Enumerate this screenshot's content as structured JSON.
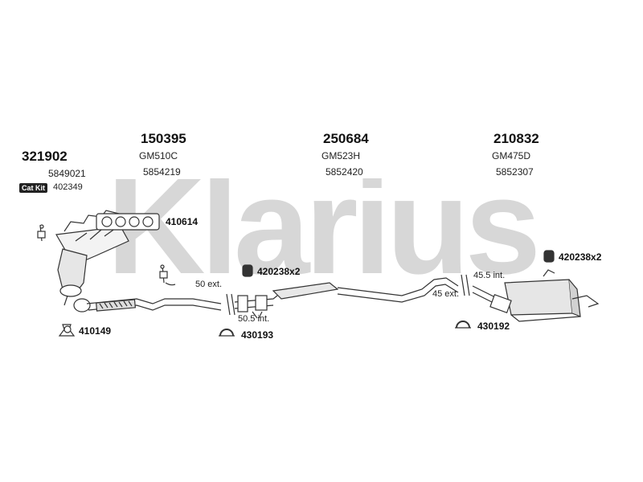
{
  "brand": {
    "watermark": "Klarius",
    "watermark_color": "#d7d7d7"
  },
  "sections": [
    {
      "part_number": "321902",
      "ref": "5849021",
      "catkit_label": "Cat Kit",
      "catkit_ref": "402349"
    },
    {
      "part_number": "150395",
      "model": "GM510C",
      "ref": "5854219"
    },
    {
      "part_number": "250684",
      "model": "GM523H",
      "ref": "5852420"
    },
    {
      "part_number": "210832",
      "model": "GM475D",
      "ref": "5852307"
    }
  ],
  "fittings": {
    "gasket": "410614",
    "clamp_front": "410149",
    "mount_mid": "420238x2",
    "mount_rear": "420238x2",
    "clamp_mid": "430193",
    "clamp_rear": "430192"
  },
  "dimensions": {
    "front_ext": "50 ext.",
    "front_int": "50.5 int.",
    "rear_int": "45.5 int.",
    "rear_ext": "45 ext."
  },
  "colors": {
    "line": "#333333",
    "fill": "#ffffff",
    "shade": "#bdbdbd"
  }
}
